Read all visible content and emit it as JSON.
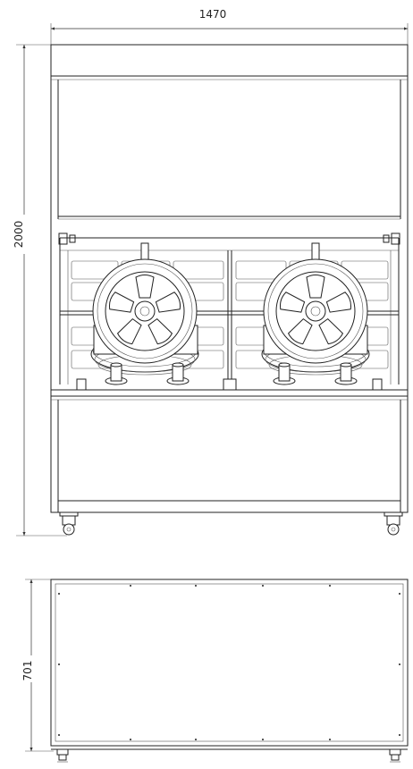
{
  "dimensions": {
    "front_width": "1470",
    "front_height": "2000",
    "side_height": "701"
  },
  "views": {
    "front": {
      "shelves": 2,
      "wheels_displayed": 2,
      "tire_posts": 4
    },
    "side": {
      "casters": 2
    }
  }
}
